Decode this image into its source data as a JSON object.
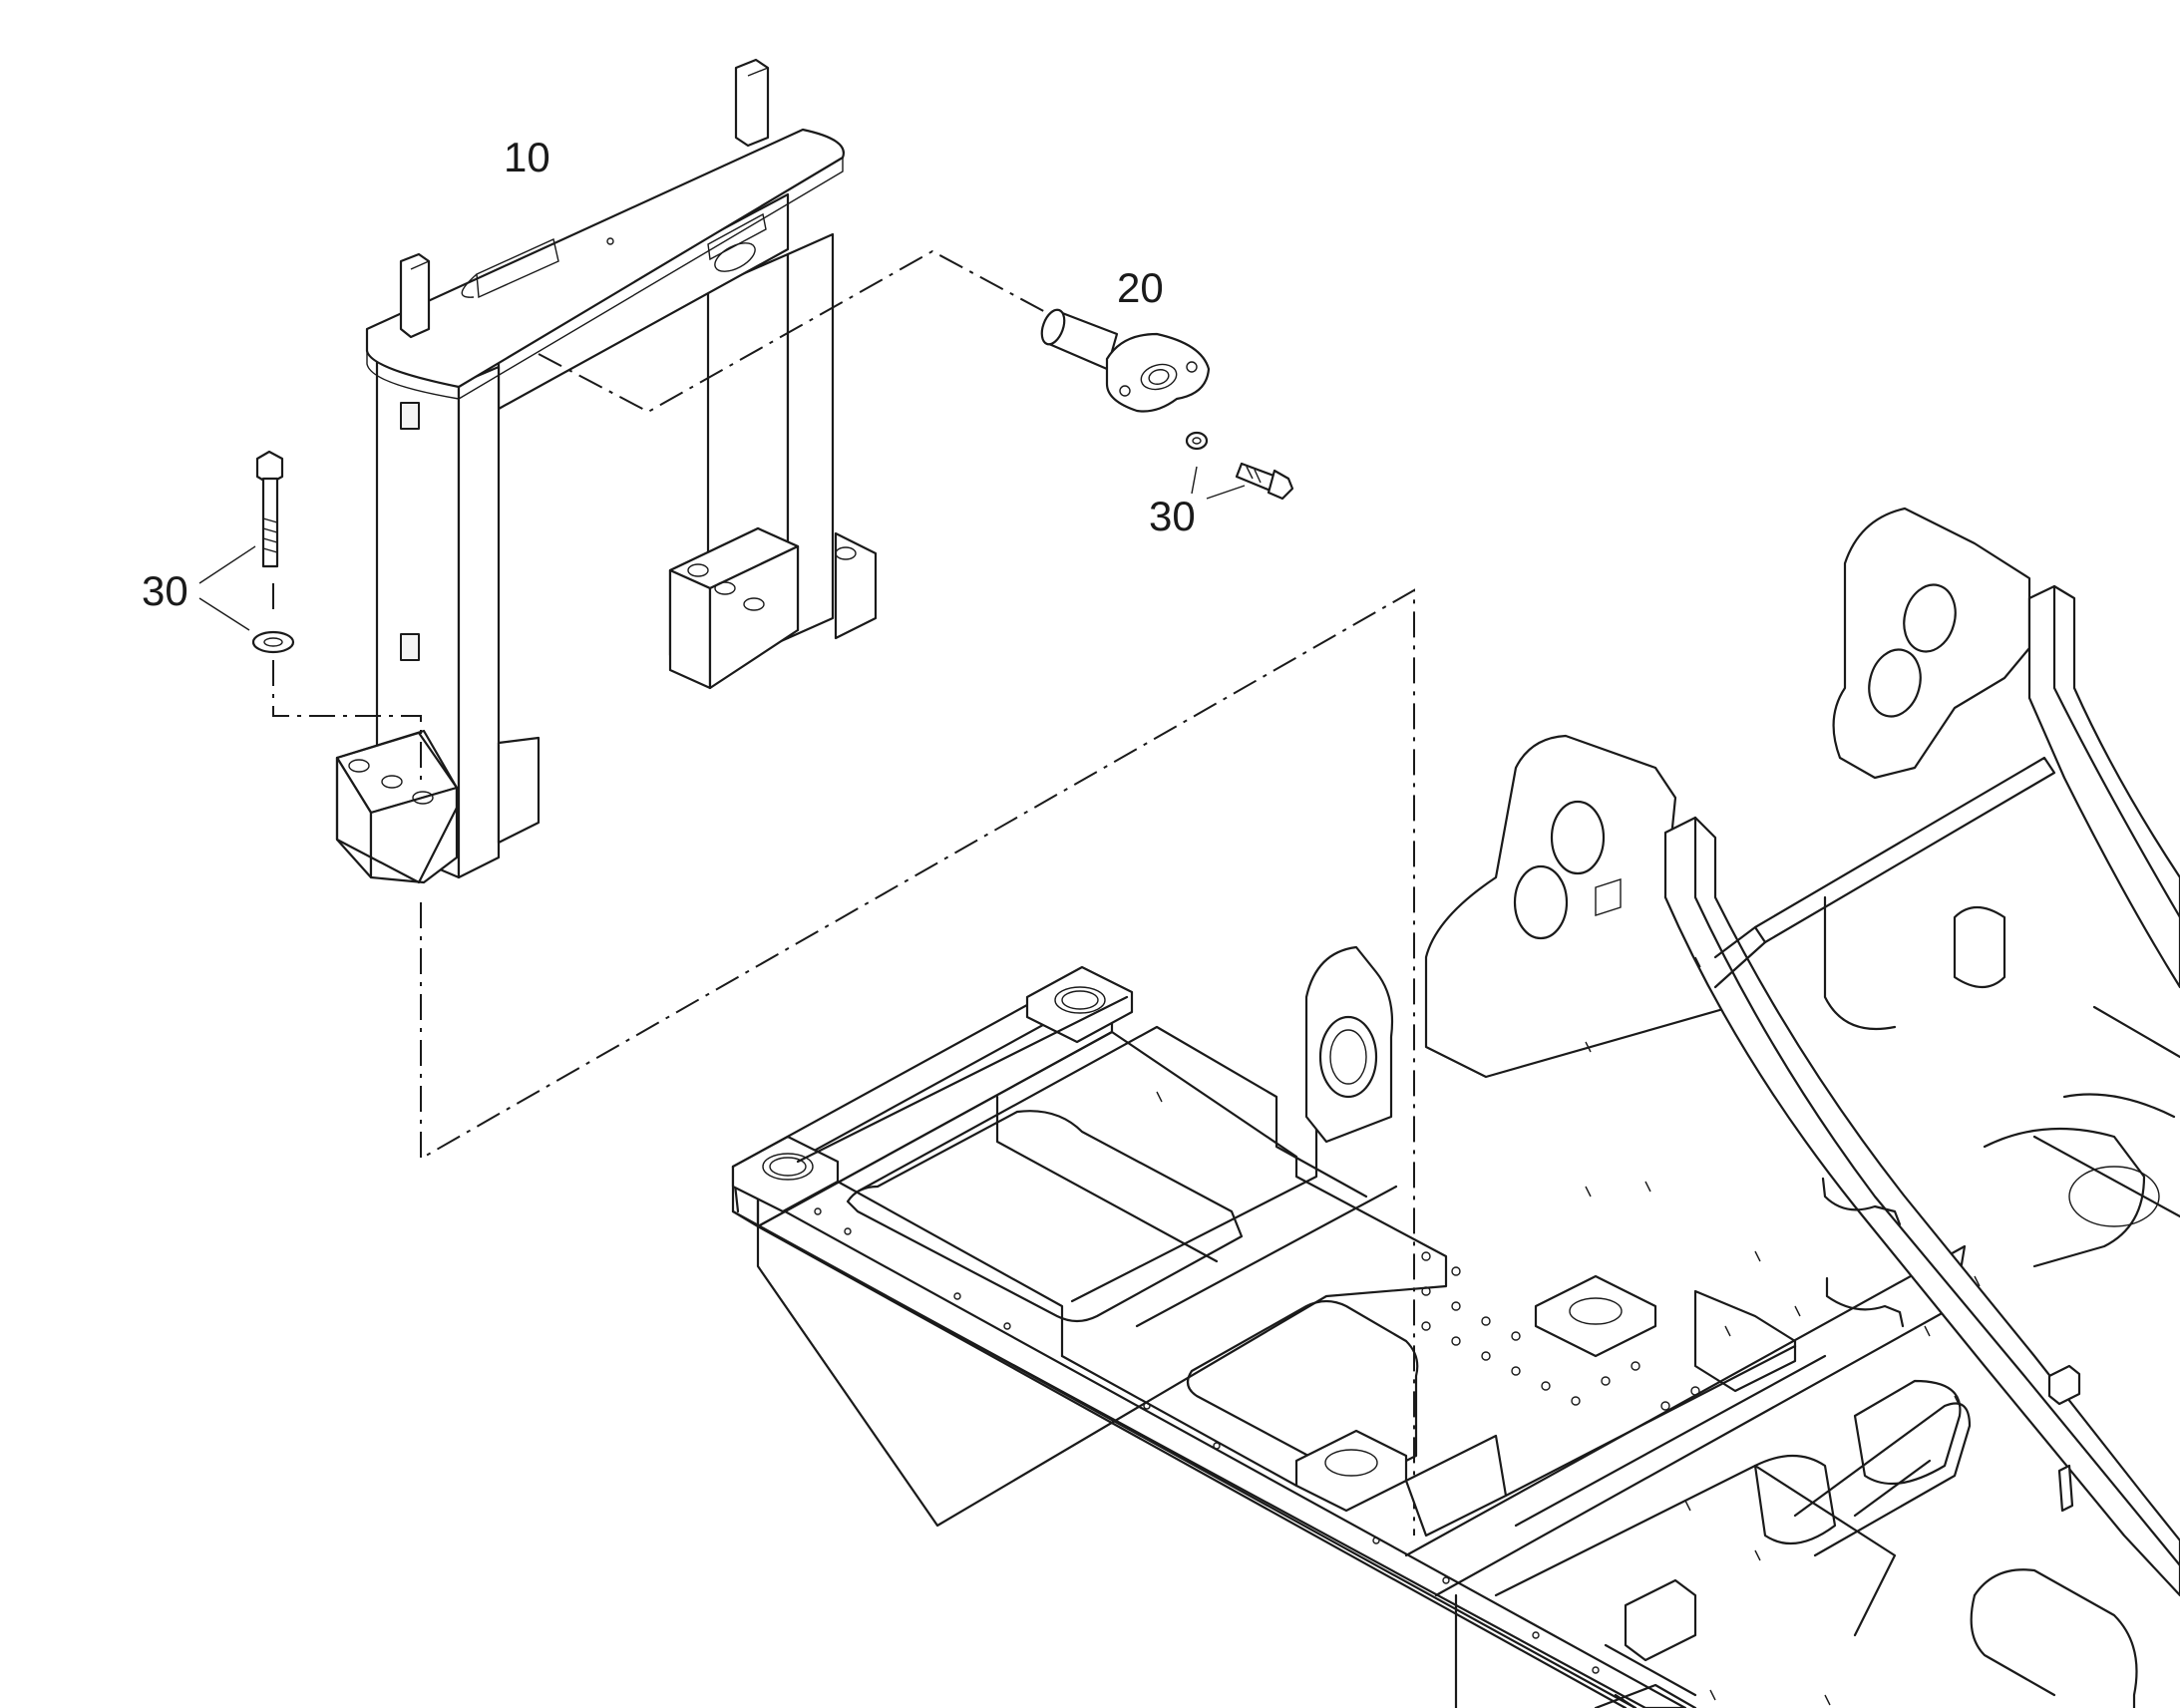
{
  "callouts": {
    "frame": "10",
    "pin": "20",
    "bolt_left": "30",
    "bolt_right": "30"
  },
  "colors": {
    "line": "#1a1a1a",
    "background": "#ffffff"
  }
}
